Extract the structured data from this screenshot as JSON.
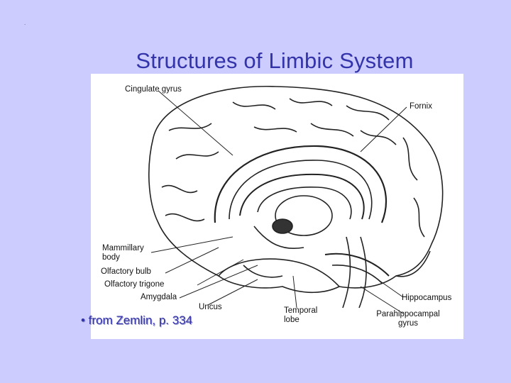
{
  "slide": {
    "marker": ".",
    "title": "Structures of Limbic System",
    "caption": "• from Zemlin, p. 334"
  },
  "figure": {
    "labels": {
      "cingulate_gyrus": "Cingulate gyrus",
      "fornix": "Fornix",
      "mammillary_body": "Mammillary body",
      "olfactory_bulb": "Olfactory bulb",
      "olfactory_trigone": "Olfactory trigone",
      "amygdala": "Amygdala",
      "uncus": "Uncus",
      "temporal_lobe": "Temporal lobe",
      "hippocampus": "Hippocampus",
      "parahippocampal_gyrus": "Parahippocampal gyrus"
    }
  },
  "colors": {
    "background": "#ccccff",
    "title": "#3333aa"
  }
}
